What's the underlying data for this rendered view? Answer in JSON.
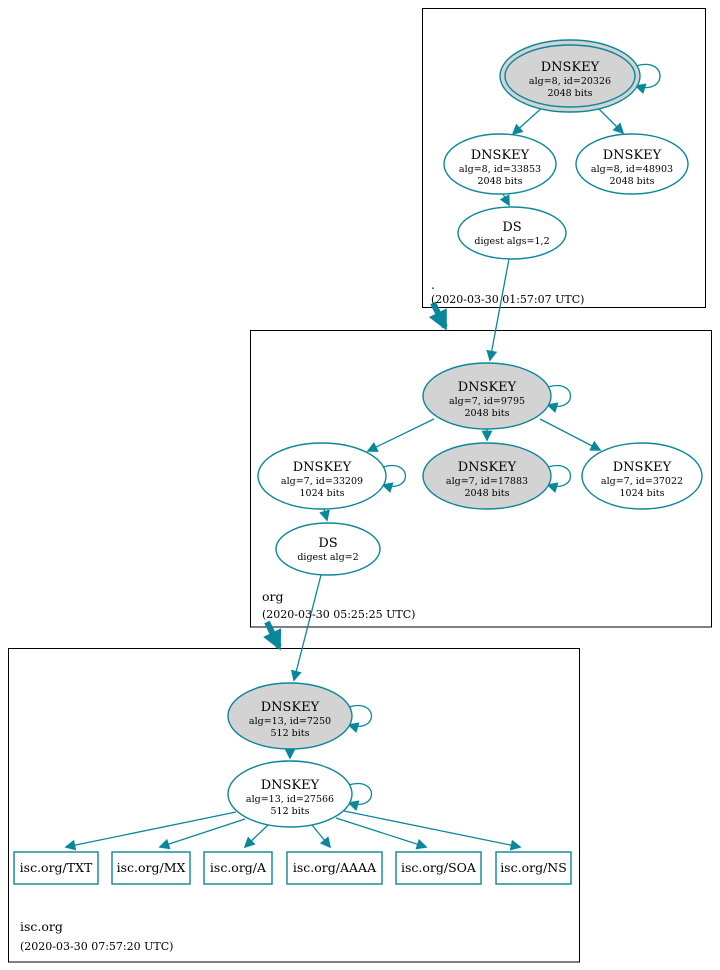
{
  "diagram": {
    "colors": {
      "edge": "#0a879a",
      "ksk_fill": "#d3d3d3",
      "node_fill": "#ffffff"
    },
    "zones": {
      "root": {
        "name": ".",
        "timestamp": "(2020-03-30 01:57:07 UTC)"
      },
      "org": {
        "name": "org",
        "timestamp": "(2020-03-30 05:25:25 UTC)"
      },
      "isc": {
        "name": "isc.org",
        "timestamp": "(2020-03-30 07:57:20 UTC)"
      }
    },
    "nodes": {
      "root_ksk": {
        "title": "DNSKEY",
        "line1": "alg=8, id=20326",
        "line2": "2048 bits"
      },
      "root_zsk1": {
        "title": "DNSKEY",
        "line1": "alg=8, id=33853",
        "line2": "2048 bits"
      },
      "root_zsk2": {
        "title": "DNSKEY",
        "line1": "alg=8, id=48903",
        "line2": "2048 bits"
      },
      "root_ds": {
        "title": "DS",
        "line1": "digest algs=1,2"
      },
      "org_ksk": {
        "title": "DNSKEY",
        "line1": "alg=7, id=9795",
        "line2": "2048 bits"
      },
      "org_zsk1": {
        "title": "DNSKEY",
        "line1": "alg=7, id=33209",
        "line2": "1024 bits"
      },
      "org_ksk2": {
        "title": "DNSKEY",
        "line1": "alg=7, id=17883",
        "line2": "2048 bits"
      },
      "org_zsk2": {
        "title": "DNSKEY",
        "line1": "alg=7, id=37022",
        "line2": "1024 bits"
      },
      "org_ds": {
        "title": "DS",
        "line1": "digest alg=2"
      },
      "isc_ksk": {
        "title": "DNSKEY",
        "line1": "alg=13, id=7250",
        "line2": "512 bits"
      },
      "isc_zsk": {
        "title": "DNSKEY",
        "line1": "alg=13, id=27566",
        "line2": "512 bits"
      },
      "rr_txt": {
        "label": "isc.org/TXT"
      },
      "rr_mx": {
        "label": "isc.org/MX"
      },
      "rr_a": {
        "label": "isc.org/A"
      },
      "rr_aaaa": {
        "label": "isc.org/AAAA"
      },
      "rr_soa": {
        "label": "isc.org/SOA"
      },
      "rr_ns": {
        "label": "isc.org/NS"
      }
    }
  }
}
